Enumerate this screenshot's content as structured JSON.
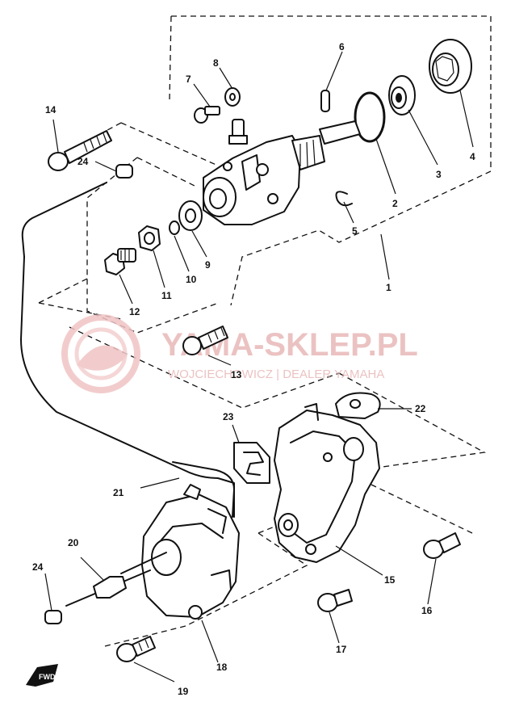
{
  "watermark": {
    "brand": "YAMA-SKLEP.PL",
    "tagline": "WOJCIECHOWICZ | DEALER YAMAHA",
    "color": "#e8b8b8"
  },
  "parts": [
    {
      "id": "1",
      "label": "1"
    },
    {
      "id": "2",
      "label": "2"
    },
    {
      "id": "3",
      "label": "3"
    },
    {
      "id": "4",
      "label": "4"
    },
    {
      "id": "5",
      "label": "5"
    },
    {
      "id": "6",
      "label": "6"
    },
    {
      "id": "7",
      "label": "7"
    },
    {
      "id": "8",
      "label": "8"
    },
    {
      "id": "9",
      "label": "9"
    },
    {
      "id": "10",
      "label": "10"
    },
    {
      "id": "11",
      "label": "11"
    },
    {
      "id": "12",
      "label": "12"
    },
    {
      "id": "13",
      "label": "13"
    },
    {
      "id": "14",
      "label": "14"
    },
    {
      "id": "15",
      "label": "15"
    },
    {
      "id": "16",
      "label": "16"
    },
    {
      "id": "17",
      "label": "17"
    },
    {
      "id": "18",
      "label": "18"
    },
    {
      "id": "19",
      "label": "19"
    },
    {
      "id": "20",
      "label": "20"
    },
    {
      "id": "21",
      "label": "21"
    },
    {
      "id": "22",
      "label": "22"
    },
    {
      "id": "23",
      "label": "23"
    },
    {
      "id": "24a",
      "label": "24"
    },
    {
      "id": "24b",
      "label": "24"
    }
  ],
  "front_marker": {
    "icon": "front-arrow-icon",
    "label": "FWD"
  }
}
